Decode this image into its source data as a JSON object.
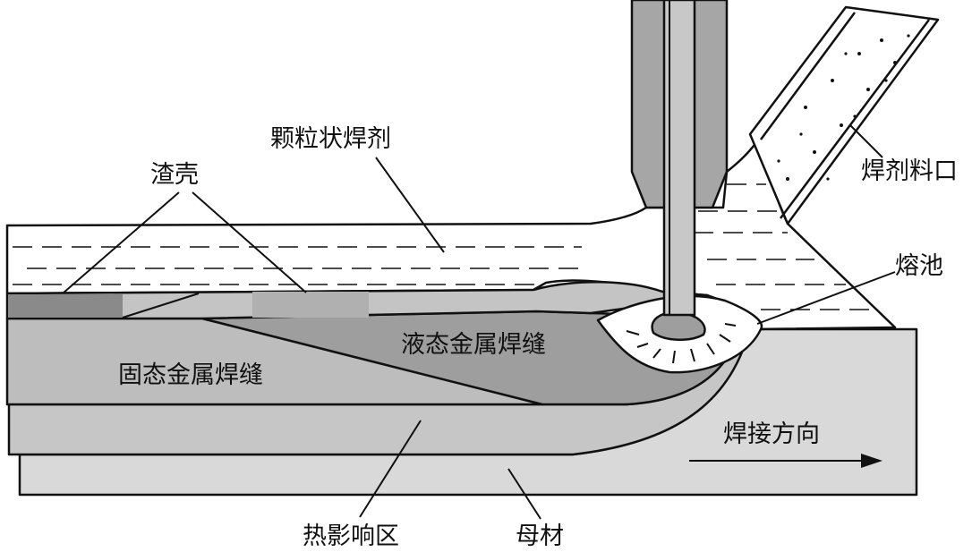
{
  "labels": {
    "granular_flux": "颗粒状焊剂",
    "slag": "渣壳",
    "flux_hopper": "焊剂料口",
    "weld_pool": "熔池",
    "liquid_weld": "液态金属焊缝",
    "solid_weld": "固态金属焊缝",
    "welding_direction": "焊接方向",
    "heat_affected_zone": "热影响区",
    "base_metal": "母材"
  },
  "colors": {
    "outline": "#111111",
    "base_metal": "#d9d9d9",
    "haz": "#c6c6c6",
    "solid_weld": "#bdbdbd",
    "liquid_weld": "#9e9e9e",
    "slag_dark": "#8a8a8a",
    "slag_light": "#b0b0b0",
    "slag_mid": "#c4c4c4",
    "electrode": "#a6a6a6",
    "flux": "#ffffff"
  }
}
